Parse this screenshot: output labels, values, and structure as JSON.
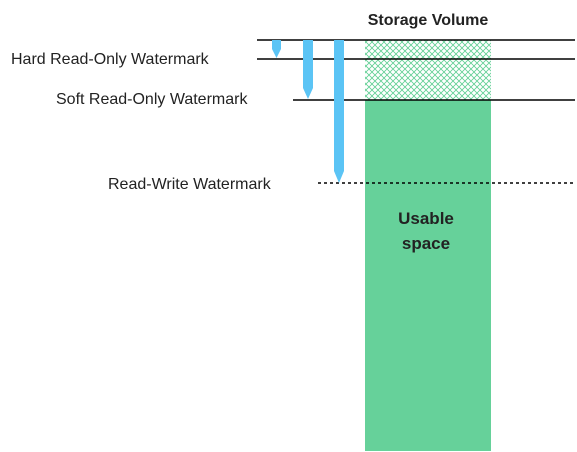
{
  "diagram": {
    "title": "Storage Volume",
    "watermarks": {
      "hard_read_only": "Hard Read-Only Watermark",
      "soft_read_only": "Soft Read-Only Watermark",
      "read_write": "Read-Write Watermark"
    },
    "usable_space": {
      "line1": "Usable",
      "line2": "space"
    },
    "colors": {
      "volume_fill": "#66d19a",
      "hatch_stroke": "#5fcf93",
      "arrow_fill": "#5bc4f5",
      "line": "#000000"
    }
  }
}
